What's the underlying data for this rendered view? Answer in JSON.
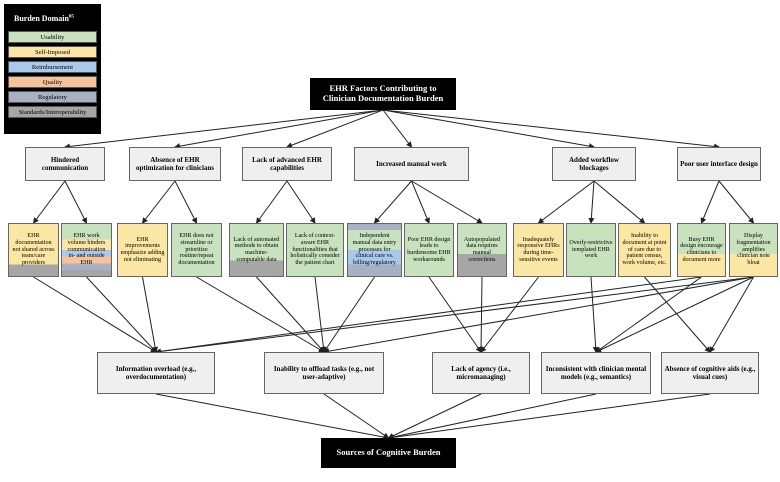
{
  "legend": {
    "title": "Burden Domain",
    "title_sup": "65",
    "items": [
      {
        "label": "Usability",
        "color": "#c7e2bd"
      },
      {
        "label": "Self-Imposed",
        "color": "#fbe7a3"
      },
      {
        "label": "Reimbursement",
        "color": "#a9c9ec"
      },
      {
        "label": "Quality",
        "color": "#f6c29c"
      },
      {
        "label": "Regulatory",
        "color": "#a8b0c4"
      },
      {
        "label": "Standards/Interoperability",
        "color": "#a6a6a6"
      }
    ]
  },
  "root": {
    "label": "EHR Factors Contributing to Clinician Documentation Burden"
  },
  "categories": [
    {
      "label": "Hindered communication"
    },
    {
      "label": "Absence of EHR optimization for clinicians"
    },
    {
      "label": "Lack of advanced EHR capabilities"
    },
    {
      "label": "Increased manual work"
    },
    {
      "label": "Added workflow blockages"
    },
    {
      "label": "Poor user interface design"
    }
  ],
  "leaves": [
    {
      "label": "EHR documentation not shared across team/care providers"
    },
    {
      "label": "EHR work volume hinders communication in- and outside EHR"
    },
    {
      "label": "EHR improvements emphasize adding not eliminating"
    },
    {
      "label": "EHR does not streamline or prioritize routine/repeat documentation"
    },
    {
      "label": "Lack of automated methods to obtain machine-computable data"
    },
    {
      "label": "Lack of context-aware EHR functionalities that holistically consider the patient chart"
    },
    {
      "label": "Independent manual data entry processes for clinical care vs. billing/regulatory"
    },
    {
      "label": "Poor EHR design leads to burdensome EHR workarounds"
    },
    {
      "label": "Autopopulated data requires manual corrections"
    },
    {
      "label": "Inadequately responsive EHRs during time-sensitive events"
    },
    {
      "label": "Overly-restrictive templated EHR work"
    },
    {
      "label": "Inability to document at point of care due to patient census, work volume, etc."
    },
    {
      "label": "Busy EHR design encourage clinicians to document more"
    },
    {
      "label": "Display fragmentation amplifies clinician note bloat"
    }
  ],
  "outcomes": [
    {
      "label": "Information overload (e.g., overdocumentation)"
    },
    {
      "label": "Inability to offload tasks (e.g., not user-adaptive)"
    },
    {
      "label": "Lack of agency (i.e., micromanaging)"
    },
    {
      "label": "Inconsistent with clinician mental models (e.g., semantics)"
    },
    {
      "label": "Absence of cognitive aids (e.g., visual cues)"
    }
  ],
  "sink": {
    "label": "Sources of Cognitive Burden"
  }
}
